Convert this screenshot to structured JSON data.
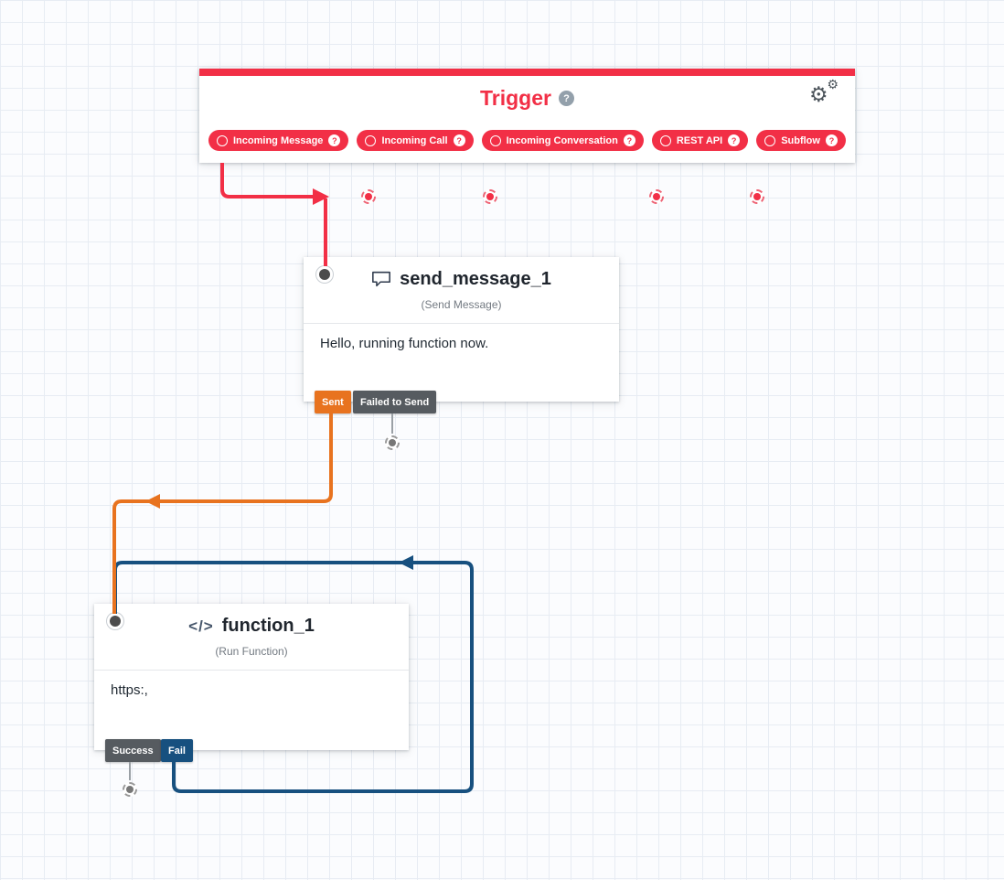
{
  "colors": {
    "red": "#f22f46",
    "orange": "#e8731f",
    "navy": "#17507f",
    "gray_tag": "#565b60",
    "stub": "#9aa0a5"
  },
  "trigger": {
    "title": "Trigger",
    "pills": [
      {
        "label": "Incoming Message"
      },
      {
        "label": "Incoming Call"
      },
      {
        "label": "Incoming Conversation"
      },
      {
        "label": "REST API"
      },
      {
        "label": "Subflow"
      }
    ]
  },
  "widgets": [
    {
      "name": "send_message_1",
      "type_label": "(Send Message)",
      "body": "Hello, running function now.",
      "transitions": [
        {
          "label": "Sent"
        },
        {
          "label": "Failed to Send"
        }
      ]
    },
    {
      "name": "function_1",
      "type_label": "(Run Function)",
      "body": "https:,",
      "transitions": [
        {
          "label": "Success"
        },
        {
          "label": "Fail"
        }
      ]
    }
  ],
  "icons": {
    "help": "?",
    "gear_glyph": "⚙",
    "function_glyph": "</>"
  }
}
